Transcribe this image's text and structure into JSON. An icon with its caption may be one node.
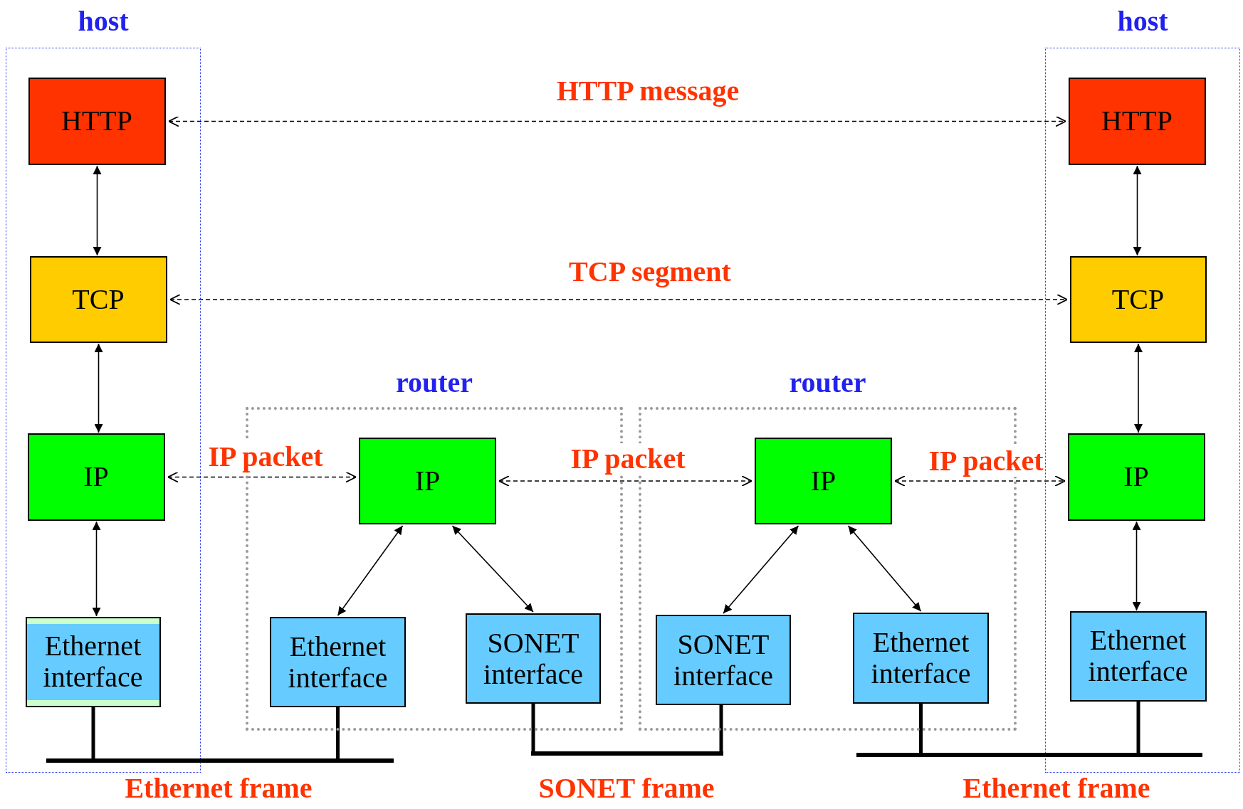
{
  "diagram": {
    "nodes": [
      {
        "text": [
          "host"
        ]
      },
      {
        "text": [
          "HTTP"
        ],
        "in": 0
      },
      {
        "text": [
          "TCP"
        ],
        "in": 0
      },
      {
        "text": [
          "IP"
        ],
        "in": 0
      },
      {
        "text": [
          "Ethernet interface"
        ],
        "in": 0
      },
      {
        "text": [
          "router"
        ]
      },
      {
        "text": [
          "IP"
        ],
        "in": 5
      },
      {
        "text": [
          "Ethernet interface"
        ],
        "in": 5
      },
      {
        "text": [
          "SONET interface"
        ],
        "in": 5
      },
      {
        "text": [
          "router"
        ]
      },
      {
        "text": [
          "IP"
        ],
        "in": 9
      },
      {
        "text": [
          "SONET interface"
        ],
        "in": 9
      },
      {
        "text": [
          "Ethernet interface"
        ],
        "in": 9
      },
      {
        "text": [
          "host"
        ]
      },
      {
        "text": [
          "HTTP"
        ],
        "in": 13
      },
      {
        "text": [
          "TCP"
        ],
        "in": 13
      },
      {
        "text": [
          "IP"
        ],
        "in": 13
      },
      {
        "text": [
          "Ethernet interface"
        ],
        "in": 13
      },
      {
        "text": [],
        "shape": "bar"
      },
      {
        "text": [],
        "shape": "bar"
      },
      {
        "text": [],
        "shape": "bar"
      }
    ],
    "edges": [
      {
        "from": 1,
        "to": 14,
        "arrow": "both",
        "style": "dashed",
        "label": "HTTP message"
      },
      {
        "from": 2,
        "to": 15,
        "arrow": "both",
        "style": "dashed",
        "label": "TCP segment"
      },
      {
        "from": 3,
        "to": 6,
        "arrow": "both",
        "style": "dashed",
        "label": "IP packet"
      },
      {
        "from": 6,
        "to": 10,
        "arrow": "both",
        "style": "dashed",
        "label": "IP packet"
      },
      {
        "from": 10,
        "to": 16,
        "arrow": "both",
        "style": "dashed",
        "label": "IP packet"
      },
      {
        "from": 1,
        "to": 2,
        "arrow": "both"
      },
      {
        "from": 2,
        "to": 3,
        "arrow": "both"
      },
      {
        "from": 3,
        "to": 4,
        "arrow": "both"
      },
      {
        "from": 14,
        "to": 15,
        "arrow": "both"
      },
      {
        "from": 15,
        "to": 16,
        "arrow": "both"
      },
      {
        "from": 16,
        "to": 17,
        "arrow": "both"
      },
      {
        "from": 6,
        "to": 7,
        "arrow": "both"
      },
      {
        "from": 6,
        "to": 8,
        "arrow": "both"
      },
      {
        "from": 10,
        "to": 11,
        "arrow": "both"
      },
      {
        "from": 10,
        "to": 12,
        "arrow": "both"
      },
      {
        "from": 4,
        "to": 18,
        "arrow": "none",
        "style": "thick"
      },
      {
        "from": 7,
        "to": 18,
        "arrow": "none",
        "style": "thick"
      },
      {
        "from": 8,
        "to": 19,
        "arrow": "none",
        "style": "thick"
      },
      {
        "from": 11,
        "to": 19,
        "arrow": "none",
        "style": "thick"
      },
      {
        "from": 12,
        "to": 20,
        "arrow": "none",
        "style": "thick"
      },
      {
        "from": 17,
        "to": 20,
        "arrow": "none",
        "style": "thick"
      }
    ],
    "labels": [
      "Ethernet frame",
      "SONET frame",
      "Ethernet frame"
    ]
  }
}
